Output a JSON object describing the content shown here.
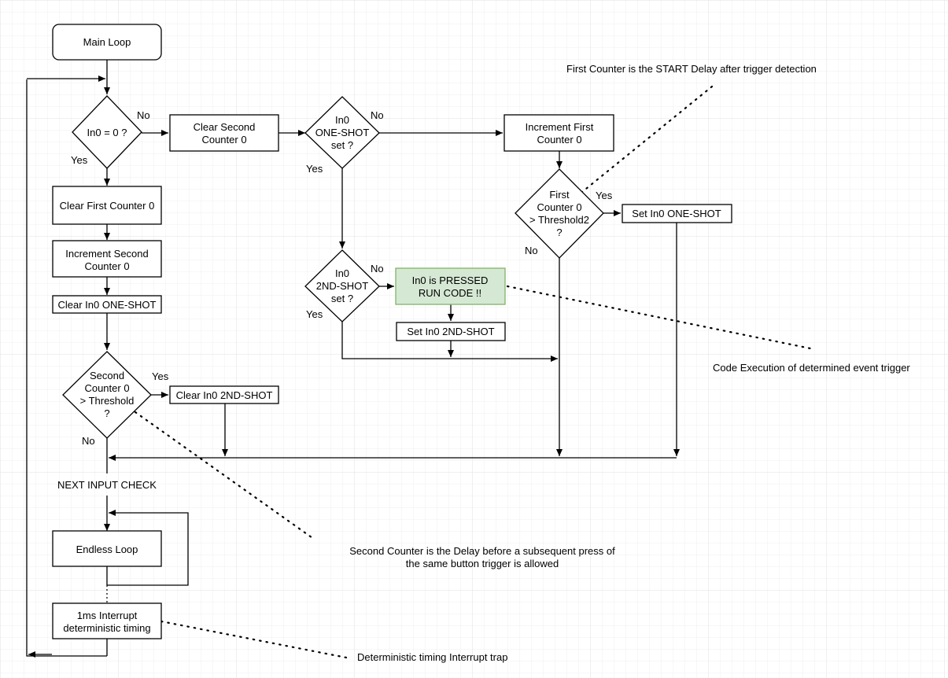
{
  "nodes": {
    "main_loop": [
      "Main Loop"
    ],
    "in0_zero": [
      "In0 = 0 ?"
    ],
    "clear_first_counter": [
      "Clear First Counter 0"
    ],
    "increment_second_counter": [
      "Increment Second",
      "Counter 0"
    ],
    "clear_in0_one_shot": [
      "Clear In0 ONE-SHOT"
    ],
    "second_counter_threshold": [
      "Second",
      "Counter 0",
      "> Threshold",
      "?"
    ],
    "clear_in0_2nd_shot": [
      "Clear In0 2ND-SHOT"
    ],
    "next_input_check": [
      "NEXT INPUT CHECK"
    ],
    "endless_loop": [
      "Endless Loop"
    ],
    "interrupt_1ms": [
      "1ms Interrupt",
      "deterministic timing"
    ],
    "clear_second_counter": [
      "Clear Second",
      "Counter 0"
    ],
    "in0_one_shot_set": [
      "In0",
      "ONE-SHOT",
      "set ?"
    ],
    "in0_2nd_shot_set": [
      "In0",
      "2ND-SHOT",
      "set ?"
    ],
    "in0_pressed": [
      "In0 is PRESSED",
      "RUN CODE !!"
    ],
    "set_in0_2nd_shot": [
      "Set In0 2ND-SHOT"
    ],
    "increment_first_counter": [
      "Increment First",
      "Counter 0"
    ],
    "first_counter_threshold2": [
      "First",
      "Counter 0",
      "> Threshold2",
      "?"
    ],
    "set_in0_one_shot": [
      "Set In0 ONE-SHOT"
    ]
  },
  "labels": {
    "no": "No",
    "yes": "Yes"
  },
  "annotations": {
    "first_counter_note": [
      "First Counter is the START Delay after trigger detection"
    ],
    "code_execution_note": [
      "Code Execution of determined event trigger"
    ],
    "second_counter_note": [
      "Second Counter is the Delay before a subsequent press of",
      "the same button trigger is allowed"
    ],
    "interrupt_note": [
      "Deterministic timing Interrupt trap"
    ]
  },
  "colors": {
    "grid_minor": "#eeeeee",
    "grid_major": "#e0e0e0",
    "green_fill": "#d5e8d4",
    "green_stroke": "#82b366"
  }
}
